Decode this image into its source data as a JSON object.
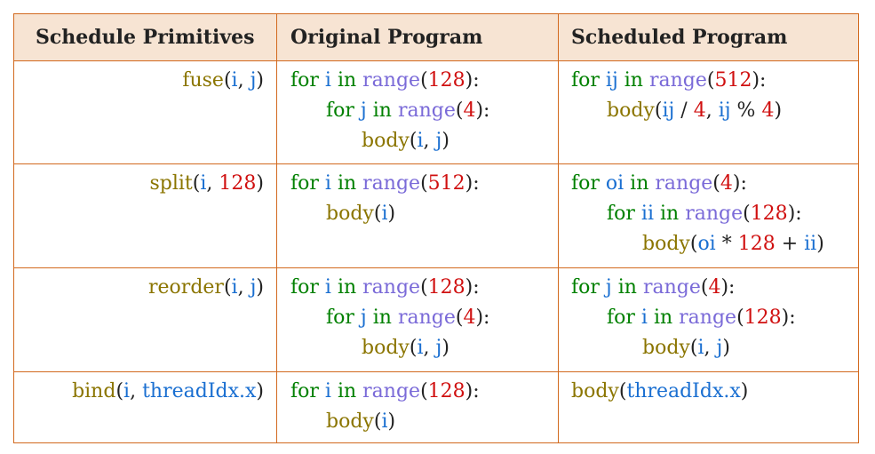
{
  "headers": {
    "primitives": "Schedule Primitives",
    "original": "Original Program",
    "scheduled": "Scheduled Program"
  },
  "rows": [
    {
      "primitive": [
        [
          "fn",
          "fuse"
        ],
        [
          "op",
          "("
        ],
        [
          "var",
          "i"
        ],
        [
          "op",
          ", "
        ],
        [
          "var",
          "j"
        ],
        [
          "op",
          ")"
        ]
      ],
      "original": [
        {
          "indent": 0,
          "tokens": [
            [
              "kw",
              "for "
            ],
            [
              "var",
              "i"
            ],
            [
              "kw",
              " in "
            ],
            [
              "range",
              "range"
            ],
            [
              "op",
              "("
            ],
            [
              "num",
              "128"
            ],
            [
              "op",
              "):"
            ]
          ]
        },
        {
          "indent": 1,
          "tokens": [
            [
              "kw",
              "for "
            ],
            [
              "var",
              "j"
            ],
            [
              "kw",
              " in "
            ],
            [
              "range",
              "range"
            ],
            [
              "op",
              "("
            ],
            [
              "num",
              "4"
            ],
            [
              "op",
              "):"
            ]
          ]
        },
        {
          "indent": 2,
          "tokens": [
            [
              "fn",
              "body"
            ],
            [
              "op",
              "("
            ],
            [
              "var",
              "i"
            ],
            [
              "op",
              ", "
            ],
            [
              "var",
              "j"
            ],
            [
              "op",
              ")"
            ]
          ]
        }
      ],
      "scheduled": [
        {
          "indent": 0,
          "tokens": [
            [
              "kw",
              "for "
            ],
            [
              "var",
              "ij"
            ],
            [
              "kw",
              " in "
            ],
            [
              "range",
              "range"
            ],
            [
              "op",
              "("
            ],
            [
              "num",
              "512"
            ],
            [
              "op",
              "):"
            ]
          ]
        },
        {
          "indent": 1,
          "tokens": [
            [
              "fn",
              "body"
            ],
            [
              "op",
              "("
            ],
            [
              "var",
              "ij"
            ],
            [
              "op",
              " / "
            ],
            [
              "num",
              "4"
            ],
            [
              "op",
              ", "
            ],
            [
              "var",
              "ij"
            ],
            [
              "op",
              " % "
            ],
            [
              "num",
              "4"
            ],
            [
              "op",
              ")"
            ]
          ]
        }
      ]
    },
    {
      "primitive": [
        [
          "fn",
          "split"
        ],
        [
          "op",
          "("
        ],
        [
          "var",
          "i"
        ],
        [
          "op",
          ", "
        ],
        [
          "num",
          "128"
        ],
        [
          "op",
          ")"
        ]
      ],
      "original": [
        {
          "indent": 0,
          "tokens": [
            [
              "kw",
              "for "
            ],
            [
              "var",
              "i"
            ],
            [
              "kw",
              " in "
            ],
            [
              "range",
              "range"
            ],
            [
              "op",
              "("
            ],
            [
              "num",
              "512"
            ],
            [
              "op",
              "):"
            ]
          ]
        },
        {
          "indent": 1,
          "tokens": [
            [
              "fn",
              "body"
            ],
            [
              "op",
              "("
            ],
            [
              "var",
              "i"
            ],
            [
              "op",
              ")"
            ]
          ]
        }
      ],
      "scheduled": [
        {
          "indent": 0,
          "tokens": [
            [
              "kw",
              "for "
            ],
            [
              "var",
              "oi"
            ],
            [
              "kw",
              " in "
            ],
            [
              "range",
              "range"
            ],
            [
              "op",
              "("
            ],
            [
              "num",
              "4"
            ],
            [
              "op",
              "):"
            ]
          ]
        },
        {
          "indent": 1,
          "tokens": [
            [
              "kw",
              "for "
            ],
            [
              "var",
              "ii"
            ],
            [
              "kw",
              " in "
            ],
            [
              "range",
              "range"
            ],
            [
              "op",
              "("
            ],
            [
              "num",
              "128"
            ],
            [
              "op",
              "):"
            ]
          ]
        },
        {
          "indent": 2,
          "tokens": [
            [
              "fn",
              "body"
            ],
            [
              "op",
              "("
            ],
            [
              "var",
              "oi"
            ],
            [
              "op",
              " * "
            ],
            [
              "num",
              "128"
            ],
            [
              "op",
              " + "
            ],
            [
              "var",
              "ii"
            ],
            [
              "op",
              ")"
            ]
          ]
        }
      ]
    },
    {
      "primitive": [
        [
          "fn",
          "reorder"
        ],
        [
          "op",
          "("
        ],
        [
          "var",
          "i"
        ],
        [
          "op",
          ", "
        ],
        [
          "var",
          "j"
        ],
        [
          "op",
          ")"
        ]
      ],
      "original": [
        {
          "indent": 0,
          "tokens": [
            [
              "kw",
              "for "
            ],
            [
              "var",
              "i"
            ],
            [
              "kw",
              " in "
            ],
            [
              "range",
              "range"
            ],
            [
              "op",
              "("
            ],
            [
              "num",
              "128"
            ],
            [
              "op",
              "):"
            ]
          ]
        },
        {
          "indent": 1,
          "tokens": [
            [
              "kw",
              "for "
            ],
            [
              "var",
              "j"
            ],
            [
              "kw",
              " in "
            ],
            [
              "range",
              "range"
            ],
            [
              "op",
              "("
            ],
            [
              "num",
              "4"
            ],
            [
              "op",
              "):"
            ]
          ]
        },
        {
          "indent": 2,
          "tokens": [
            [
              "fn",
              "body"
            ],
            [
              "op",
              "("
            ],
            [
              "var",
              "i"
            ],
            [
              "op",
              ", "
            ],
            [
              "var",
              "j"
            ],
            [
              "op",
              ")"
            ]
          ]
        }
      ],
      "scheduled": [
        {
          "indent": 0,
          "tokens": [
            [
              "kw",
              "for "
            ],
            [
              "var",
              "j"
            ],
            [
              "kw",
              " in "
            ],
            [
              "range",
              "range"
            ],
            [
              "op",
              "("
            ],
            [
              "num",
              "4"
            ],
            [
              "op",
              "):"
            ]
          ]
        },
        {
          "indent": 1,
          "tokens": [
            [
              "kw",
              "for "
            ],
            [
              "var",
              "i"
            ],
            [
              "kw",
              " in "
            ],
            [
              "range",
              "range"
            ],
            [
              "op",
              "("
            ],
            [
              "num",
              "128"
            ],
            [
              "op",
              "):"
            ]
          ]
        },
        {
          "indent": 2,
          "tokens": [
            [
              "fn",
              "body"
            ],
            [
              "op",
              "("
            ],
            [
              "var",
              "i"
            ],
            [
              "op",
              ", "
            ],
            [
              "var",
              "j"
            ],
            [
              "op",
              ")"
            ]
          ]
        }
      ]
    },
    {
      "primitive": [
        [
          "fn",
          "bind"
        ],
        [
          "op",
          "("
        ],
        [
          "var",
          "i"
        ],
        [
          "op",
          ", "
        ],
        [
          "var",
          "threadIdx.x"
        ],
        [
          "op",
          ")"
        ]
      ],
      "original": [
        {
          "indent": 0,
          "tokens": [
            [
              "kw",
              "for "
            ],
            [
              "var",
              "i"
            ],
            [
              "kw",
              " in "
            ],
            [
              "range",
              "range"
            ],
            [
              "op",
              "("
            ],
            [
              "num",
              "128"
            ],
            [
              "op",
              "):"
            ]
          ]
        },
        {
          "indent": 1,
          "tokens": [
            [
              "fn",
              "body"
            ],
            [
              "op",
              "("
            ],
            [
              "var",
              "i"
            ],
            [
              "op",
              ")"
            ]
          ]
        }
      ],
      "scheduled": [
        {
          "indent": 0,
          "tokens": [
            [
              "fn",
              "body"
            ],
            [
              "op",
              "("
            ],
            [
              "var",
              "threadIdx.x"
            ],
            [
              "op",
              ")"
            ]
          ]
        }
      ]
    }
  ],
  "colors": {
    "border": "#d2691e",
    "header_bg": "#f7e4d3",
    "keyword": "#008000",
    "function": "#8b7500",
    "variable": "#1a6fd1",
    "number": "#d01010",
    "range": "#7a6ad8"
  }
}
